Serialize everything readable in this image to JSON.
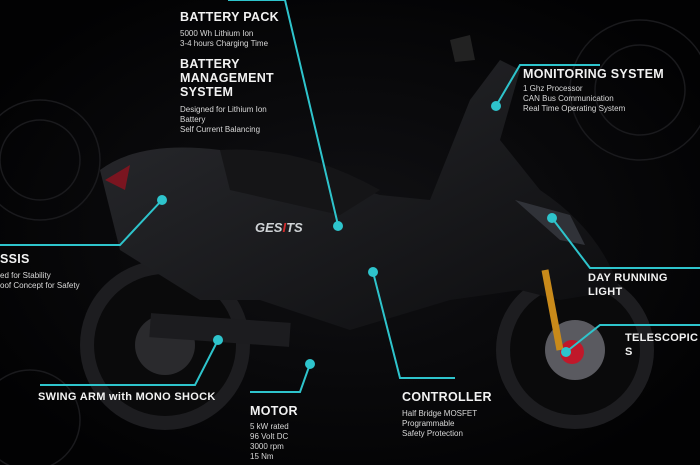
{
  "logo": "GESITS",
  "accent_color": "#2ec4cc",
  "callouts": {
    "battery_pack": {
      "title": "BATTERY PACK",
      "lines": [
        "5000 Wh Lithium Ion",
        "3-4 hours Charging Time"
      ]
    },
    "bms": {
      "title_lines": [
        "BATTERY",
        "MANAGEMENT",
        "SYSTEM"
      ],
      "lines": [
        "Designed for Lithium Ion",
        "Battery",
        "Self Current Balancing"
      ]
    },
    "monitoring": {
      "title": "MONITORING SYSTEM",
      "lines": [
        "1 Ghz Processor",
        "CAN Bus Communication",
        "Real Time Operating System"
      ]
    },
    "chassis": {
      "title": "SSIS",
      "lines": [
        "ed for Stability",
        "oof Concept for Safety"
      ]
    },
    "drl": {
      "title": "DAY RUNNING LIGHT"
    },
    "telescopic": {
      "title": "TELESCOPIC S"
    },
    "swing_arm": {
      "title": "SWING ARM with MONO SHOCK"
    },
    "motor": {
      "title": "MOTOR",
      "lines": [
        "5 kW rated",
        "96 Volt DC",
        "3000 rpm",
        "15 Nm"
      ]
    },
    "controller": {
      "title": "CONTROLLER",
      "lines": [
        "Half Bridge MOSFET",
        "Programmable",
        "Safety Protection"
      ]
    }
  }
}
